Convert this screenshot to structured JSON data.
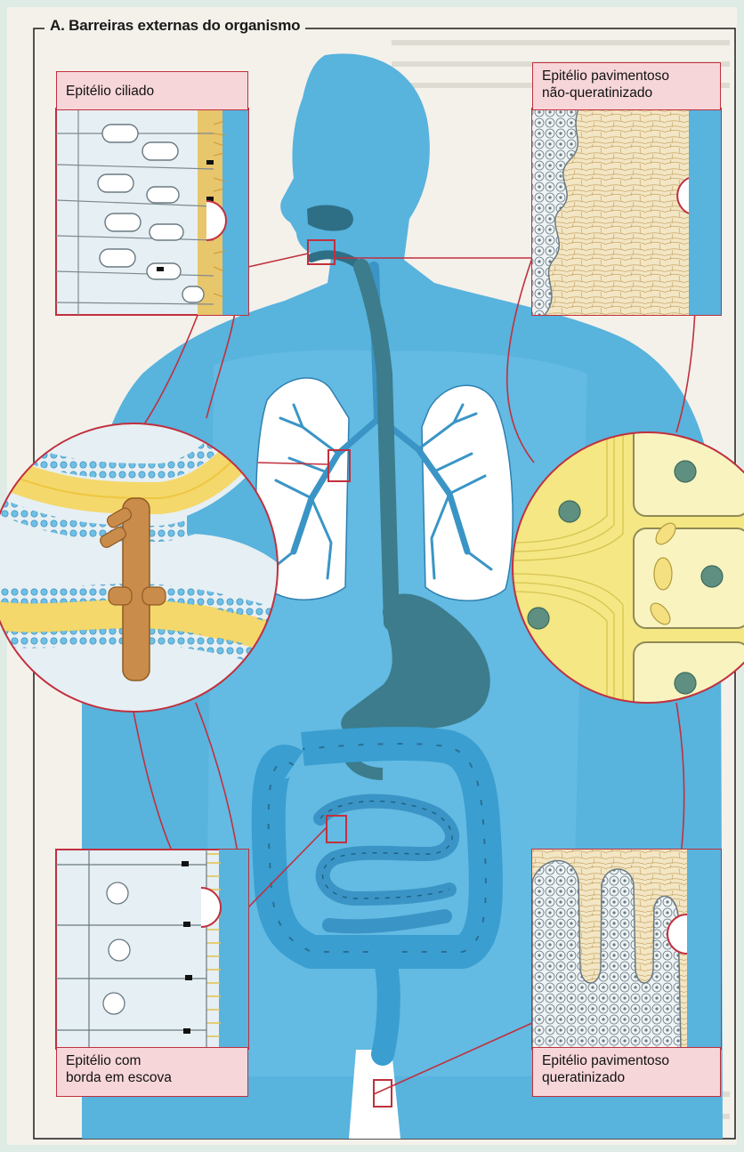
{
  "figure": {
    "title": "A. Barreiras externas do organismo",
    "labels": {
      "ciliated": "Epitélio ciliado",
      "squamous_nonkeratinized": [
        "Epitélio pavimentoso",
        "não-queratinizado"
      ],
      "brush_border": [
        "Epitélio com",
        "borda em escova"
      ],
      "squamous_keratinized": [
        "Epitélio pavimentoso",
        "queratinizado"
      ]
    }
  },
  "colors": {
    "body_blue": "#58b3dd",
    "digestive_dark": "#3c7c8c",
    "lung_blue": "#3a95c6",
    "label_fill": "#f7d6d9",
    "frame_red": "#c0303e",
    "membrane_yellow": "#f4d86c",
    "cell_fill": "#e6eff3",
    "page_bg": "#f4f1ea"
  }
}
